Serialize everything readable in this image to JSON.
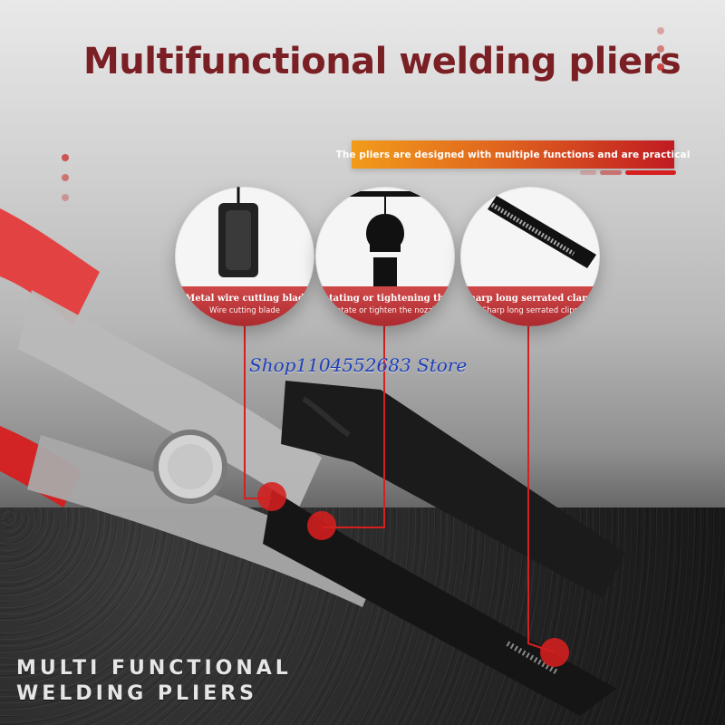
{
  "header": {
    "title": "Multifunctional welding pliers"
  },
  "banner": {
    "text": "The pliers are designed with multiple functions and are practical"
  },
  "features": [
    {
      "title": "Metal wire cutting blad",
      "subtitle": "Wire cutting blade"
    },
    {
      "title": "Rotating or tightening thenozzle",
      "subtitle": "Rotate or tighten the nozzle"
    },
    {
      "title": "Sharp long serrated clamp",
      "subtitle": "Sharp long serrated clips"
    }
  ],
  "watermark": {
    "text": "Shop1104552683 Store"
  },
  "footer": {
    "line1": "MULTI FUNCTIONAL",
    "line2": "WELDING PLIERS"
  },
  "colors": {
    "title": "#7a1f24",
    "accent_red": "#c11b22",
    "accent_orange": "#f29b1b",
    "watermark_blue": "#1d3fb8"
  }
}
